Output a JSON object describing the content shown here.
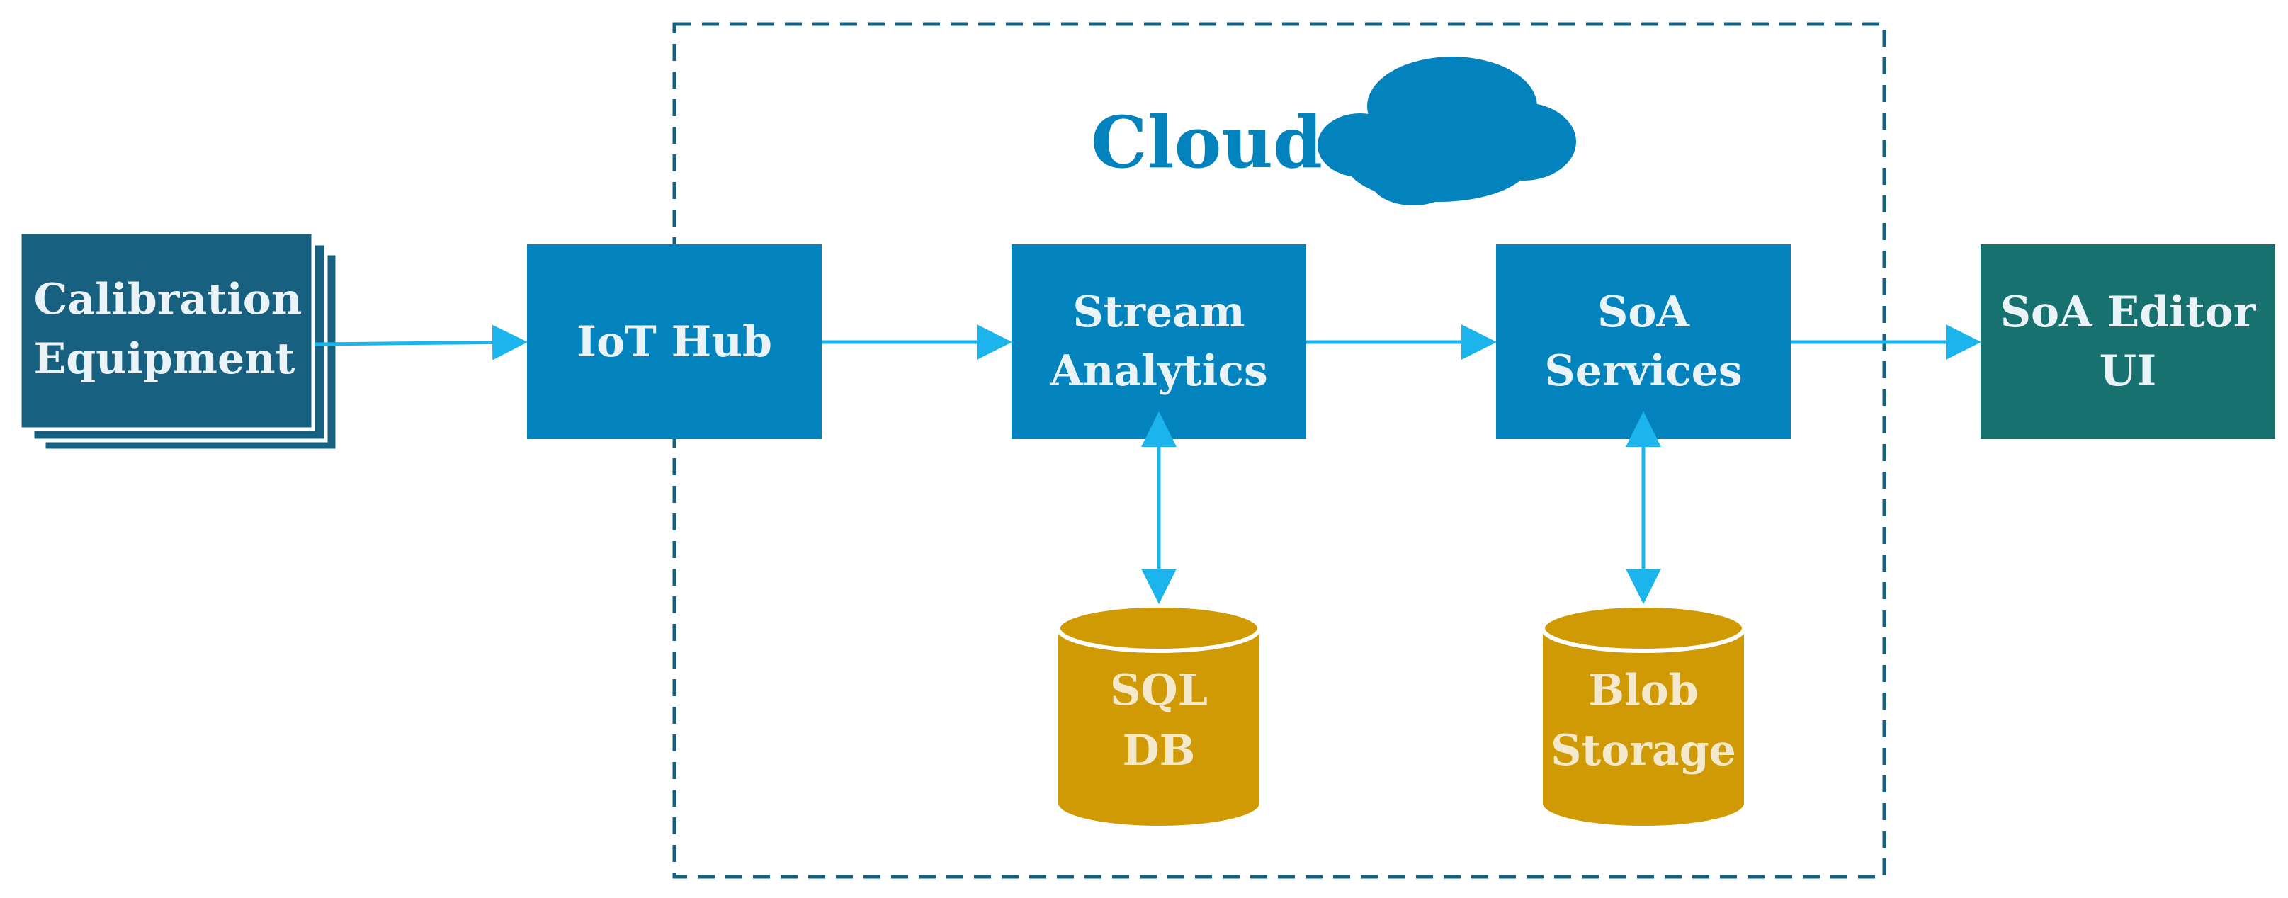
{
  "colors": {
    "cloud_blue": "#0283BD",
    "arrow": "#1CB4EC",
    "device_teal_dark": "#17607F",
    "editor_teal": "#16716F",
    "storage_gold": "#CF9A03",
    "node_text": "#EAF3F7",
    "storage_text": "#F4E9CC",
    "background": "#FFFFFF"
  },
  "cloud": {
    "title": "Cloud",
    "icon": "cloud-icon"
  },
  "nodes": {
    "calibration": {
      "line1": "Calibration",
      "line2": "Equipment"
    },
    "iot_hub": {
      "line1": "IoT Hub"
    },
    "stream": {
      "line1": "Stream",
      "line2": "Analytics"
    },
    "soa": {
      "line1": "SoA",
      "line2": "Services"
    },
    "editor": {
      "line1": "SoA Editor",
      "line2": "UI"
    },
    "sql": {
      "line1": "SQL",
      "line2": "DB"
    },
    "blob": {
      "line1": "Blob",
      "line2": "Storage"
    }
  },
  "edges": [
    {
      "from": "Calibration Equipment",
      "to": "IoT Hub",
      "direction": "forward"
    },
    {
      "from": "IoT Hub",
      "to": "Stream Analytics",
      "direction": "forward"
    },
    {
      "from": "Stream Analytics",
      "to": "SoA Services",
      "direction": "forward"
    },
    {
      "from": "SoA Services",
      "to": "SoA Editor UI",
      "direction": "forward"
    },
    {
      "from": "Stream Analytics",
      "to": "SQL DB",
      "direction": "both"
    },
    {
      "from": "SoA Services",
      "to": "Blob Storage",
      "direction": "both"
    }
  ]
}
